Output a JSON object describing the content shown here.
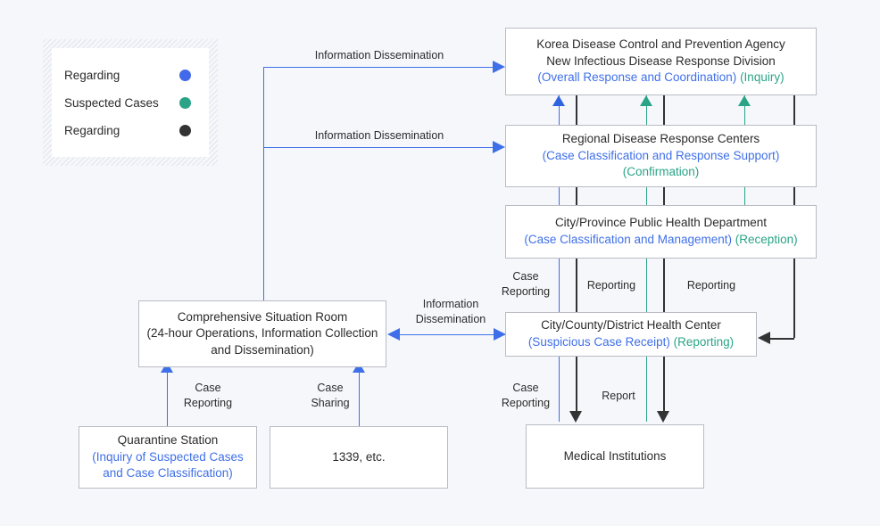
{
  "palette": {
    "blue": "#3f6fe8",
    "green": "#2aa487",
    "black": "#333333",
    "background": "#f5f7fb",
    "box_border": "#b9bcc4"
  },
  "legend": {
    "name": "flow-legend",
    "items": [
      {
        "label": "Regarding",
        "color": "#4169ea",
        "color_name": "blue-dot"
      },
      {
        "label": "Suspected Cases",
        "color": "#2aa487",
        "color_name": "green-dot"
      },
      {
        "label": "Regarding",
        "color": "#333333",
        "color_name": "black-dot"
      }
    ]
  },
  "nodes": {
    "kdca": {
      "line1": "Korea Disease Control and Prevention Agency",
      "line2": "New Infectious Disease Response Division",
      "line3_blue": "(Overall Response and Coordination)",
      "line3_green": "(Inquiry)"
    },
    "regional_centers": {
      "line1": "Regional Disease Response Centers",
      "line2_blue": "(Case Classification and Response Support)",
      "line3_green": "(Confirmation)"
    },
    "city_province": {
      "line1": "City/Province Public Health Department",
      "line2_blue": "(Case Classification and Management)",
      "line2_green": "(Reception)"
    },
    "health_center": {
      "line1": "City/County/District Health Center",
      "line2_blue": "(Suspicious Case Receipt)",
      "line2_green": "(Reporting)"
    },
    "medical_institutions": {
      "line1": "Medical Institutions"
    },
    "situation_room": {
      "line1": "Comprehensive Situation Room",
      "line2": "(24-hour Operations, Information Collection",
      "line3": "and Dissemination)"
    },
    "quarantine_station": {
      "line1": "Quarantine Station",
      "line2_blue": "(Inquiry of Suspected Cases",
      "line3_blue": "and Case Classification)"
    },
    "hotline": {
      "line1": "1339, etc."
    }
  },
  "edge_labels": {
    "info_dissem_top": "Information Dissemination",
    "info_dissem_mid": "Information Dissemination",
    "info_dissem_center": "Information\nDissemination",
    "case_reporting_upper": "Case\nReporting",
    "reporting_a": "Reporting",
    "reporting_b": "Reporting",
    "case_reporting_lower": "Case\nReporting",
    "report": "Report",
    "case_reporting_quarantine": "Case\nReporting",
    "case_sharing": "Case\nSharing"
  }
}
